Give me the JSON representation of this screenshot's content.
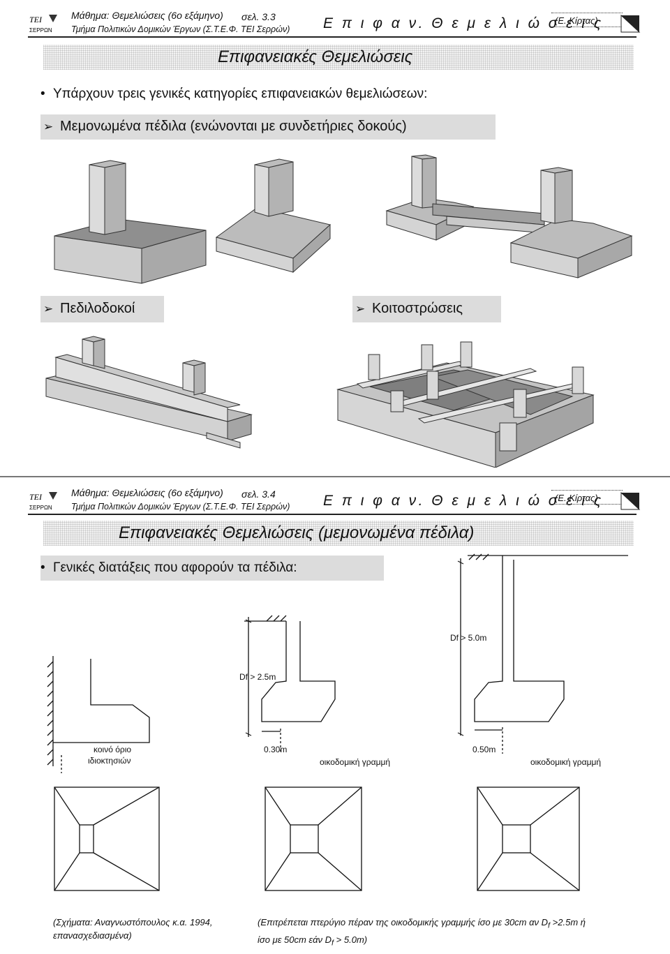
{
  "slide1": {
    "header": {
      "course": "Μάθημα: Θεμελιώσεις (6ο εξάμηνο)",
      "page": "σελ. 3.3",
      "dept": "Τμήμα Πολιτικών Δομικών Έργων (Σ.Τ.Ε.Φ. ΤΕΙ Σερρών)",
      "topic": "Ε π ι φ α ν.   Θ ε μ ε λ ι ώ σ ε ι ς",
      "author": "(Ε. Κίρτας)",
      "logo_text": "ΤΕΙ\nΣΕΡΡΩΝ"
    },
    "title": "Επιφανειακές Θεμελιώσεις",
    "bullet": "Υπάρχουν τρεις γενικές κατηγορίες επιφανειακών θεμελιώσεων:",
    "items": [
      "Μεμονωμένα πέδιλα (ενώνονται με συνδετήριες δοκούς)",
      "Πεδιλοδοκοί",
      "Κοιτοστρώσεις"
    ]
  },
  "slide2": {
    "header": {
      "course": "Μάθημα: Θεμελιώσεις (6ο εξάμηνο)",
      "page": "σελ. 3.4",
      "dept": "Τμήμα Πολιτικών Δομικών Έργων (Σ.Τ.Ε.Φ. ΤΕΙ Σερρών)",
      "topic": "Ε π ι φ α ν.   Θ ε μ ε λ ι ώ σ ε ι ς",
      "author": "(Ε. Κίρτας)"
    },
    "title": "Επιφανειακές Θεμελιώσεις (μεμονωμένα πέδιλα)",
    "bullet": "Γενικές διατάξεις που αφορούν τα πέδιλα:",
    "labels": {
      "df_25": "Df > 2.5m",
      "df_50": "Df > 5.0m",
      "common_boundary_1": "κοινό όριο",
      "common_boundary_2": "ιδιοκτησιών",
      "dist_030": "0.30m",
      "dist_050": "0.50m",
      "building_line_1": "οικοδομική γραμμή",
      "building_line_2": "οικοδομική γραμμή"
    },
    "caption_left": [
      "(Σχήματα: Αναγνωστόπουλος κ.α. 1994,",
      "επανασχεδιασμένα)"
    ],
    "caption_right": [
      "(Επιτρέπεται πτερύγιο πέραν της οικοδομικής γραμμής ίσο με 30cm αν D",
      "f",
      " >2.5m ή",
      "ίσο με 50cm εάν D",
      "f",
      " > 5.0m)"
    ]
  }
}
